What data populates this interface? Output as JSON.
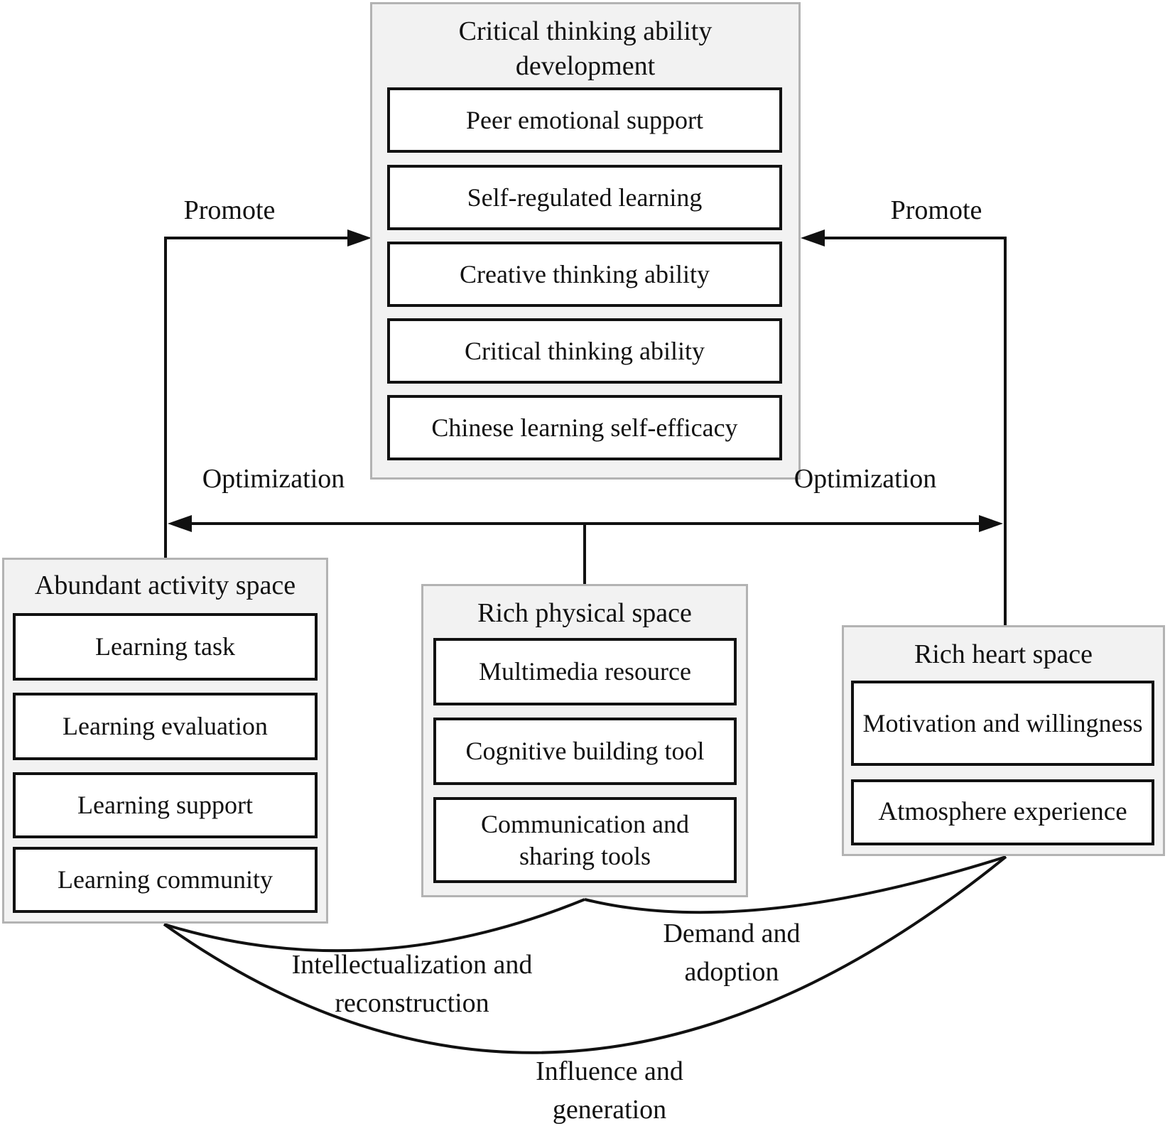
{
  "diagram": {
    "top_group": {
      "title": "Critical thinking ability development",
      "items": [
        "Peer emotional support",
        "Self-regulated learning",
        "Creative thinking ability",
        "Critical thinking ability",
        "Chinese learning self-efficacy"
      ]
    },
    "left_group": {
      "title": "Abundant activity space",
      "items": [
        "Learning task",
        "Learning evaluation",
        "Learning support",
        "Learning community"
      ]
    },
    "middle_group": {
      "title": "Rich physical space",
      "items": [
        "Multimedia resource",
        "Cognitive building tool",
        "Communication and sharing tools"
      ]
    },
    "right_group": {
      "title": "Rich heart space",
      "items": [
        "Motivation and willingness",
        "Atmosphere experience"
      ]
    },
    "edge_labels": {
      "promote_left": "Promote",
      "promote_right": "Promote",
      "optimization_left": "Optimization",
      "optimization_right": "Optimization",
      "intellectualization": "Intellectualization and reconstruction",
      "demand": "Demand and adoption",
      "influence": "Influence and generation"
    },
    "colors": {
      "group_fill": "#f2f2f2",
      "group_border": "#b3b3b3",
      "item_fill": "#ffffff",
      "item_border": "#111111",
      "line": "#111111",
      "text": "#111111"
    }
  }
}
